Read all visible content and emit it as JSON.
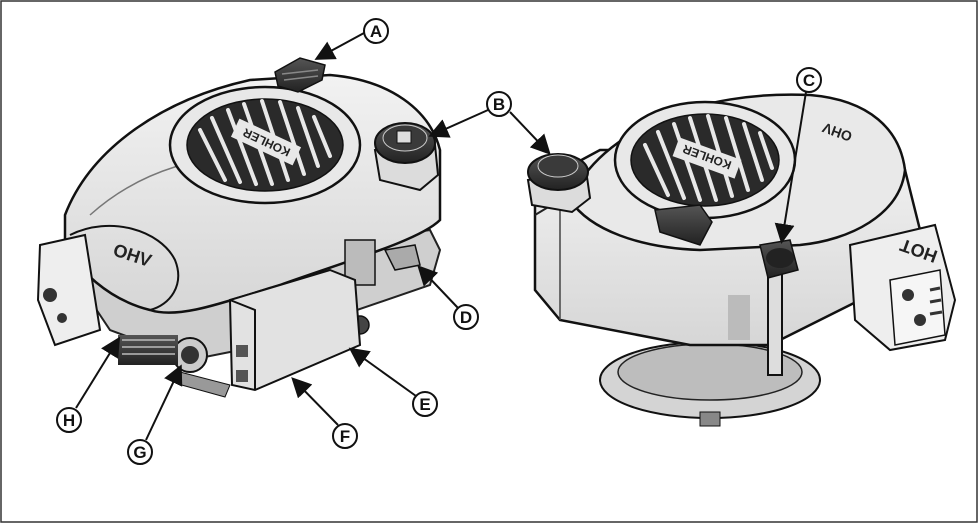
{
  "diagram": {
    "left_engine": {
      "brand": "KOHLER",
      "model_mark": "OHV"
    },
    "right_engine": {
      "brand": "KOHLER",
      "model_mark": "OHV",
      "muffler_mark": "HOT"
    },
    "callouts": [
      {
        "id": "A",
        "label": "A"
      },
      {
        "id": "B",
        "label": "B"
      },
      {
        "id": "C",
        "label": "C"
      },
      {
        "id": "D",
        "label": "D"
      },
      {
        "id": "E",
        "label": "E"
      },
      {
        "id": "F",
        "label": "F"
      },
      {
        "id": "G",
        "label": "G"
      },
      {
        "id": "H",
        "label": "H"
      }
    ]
  }
}
